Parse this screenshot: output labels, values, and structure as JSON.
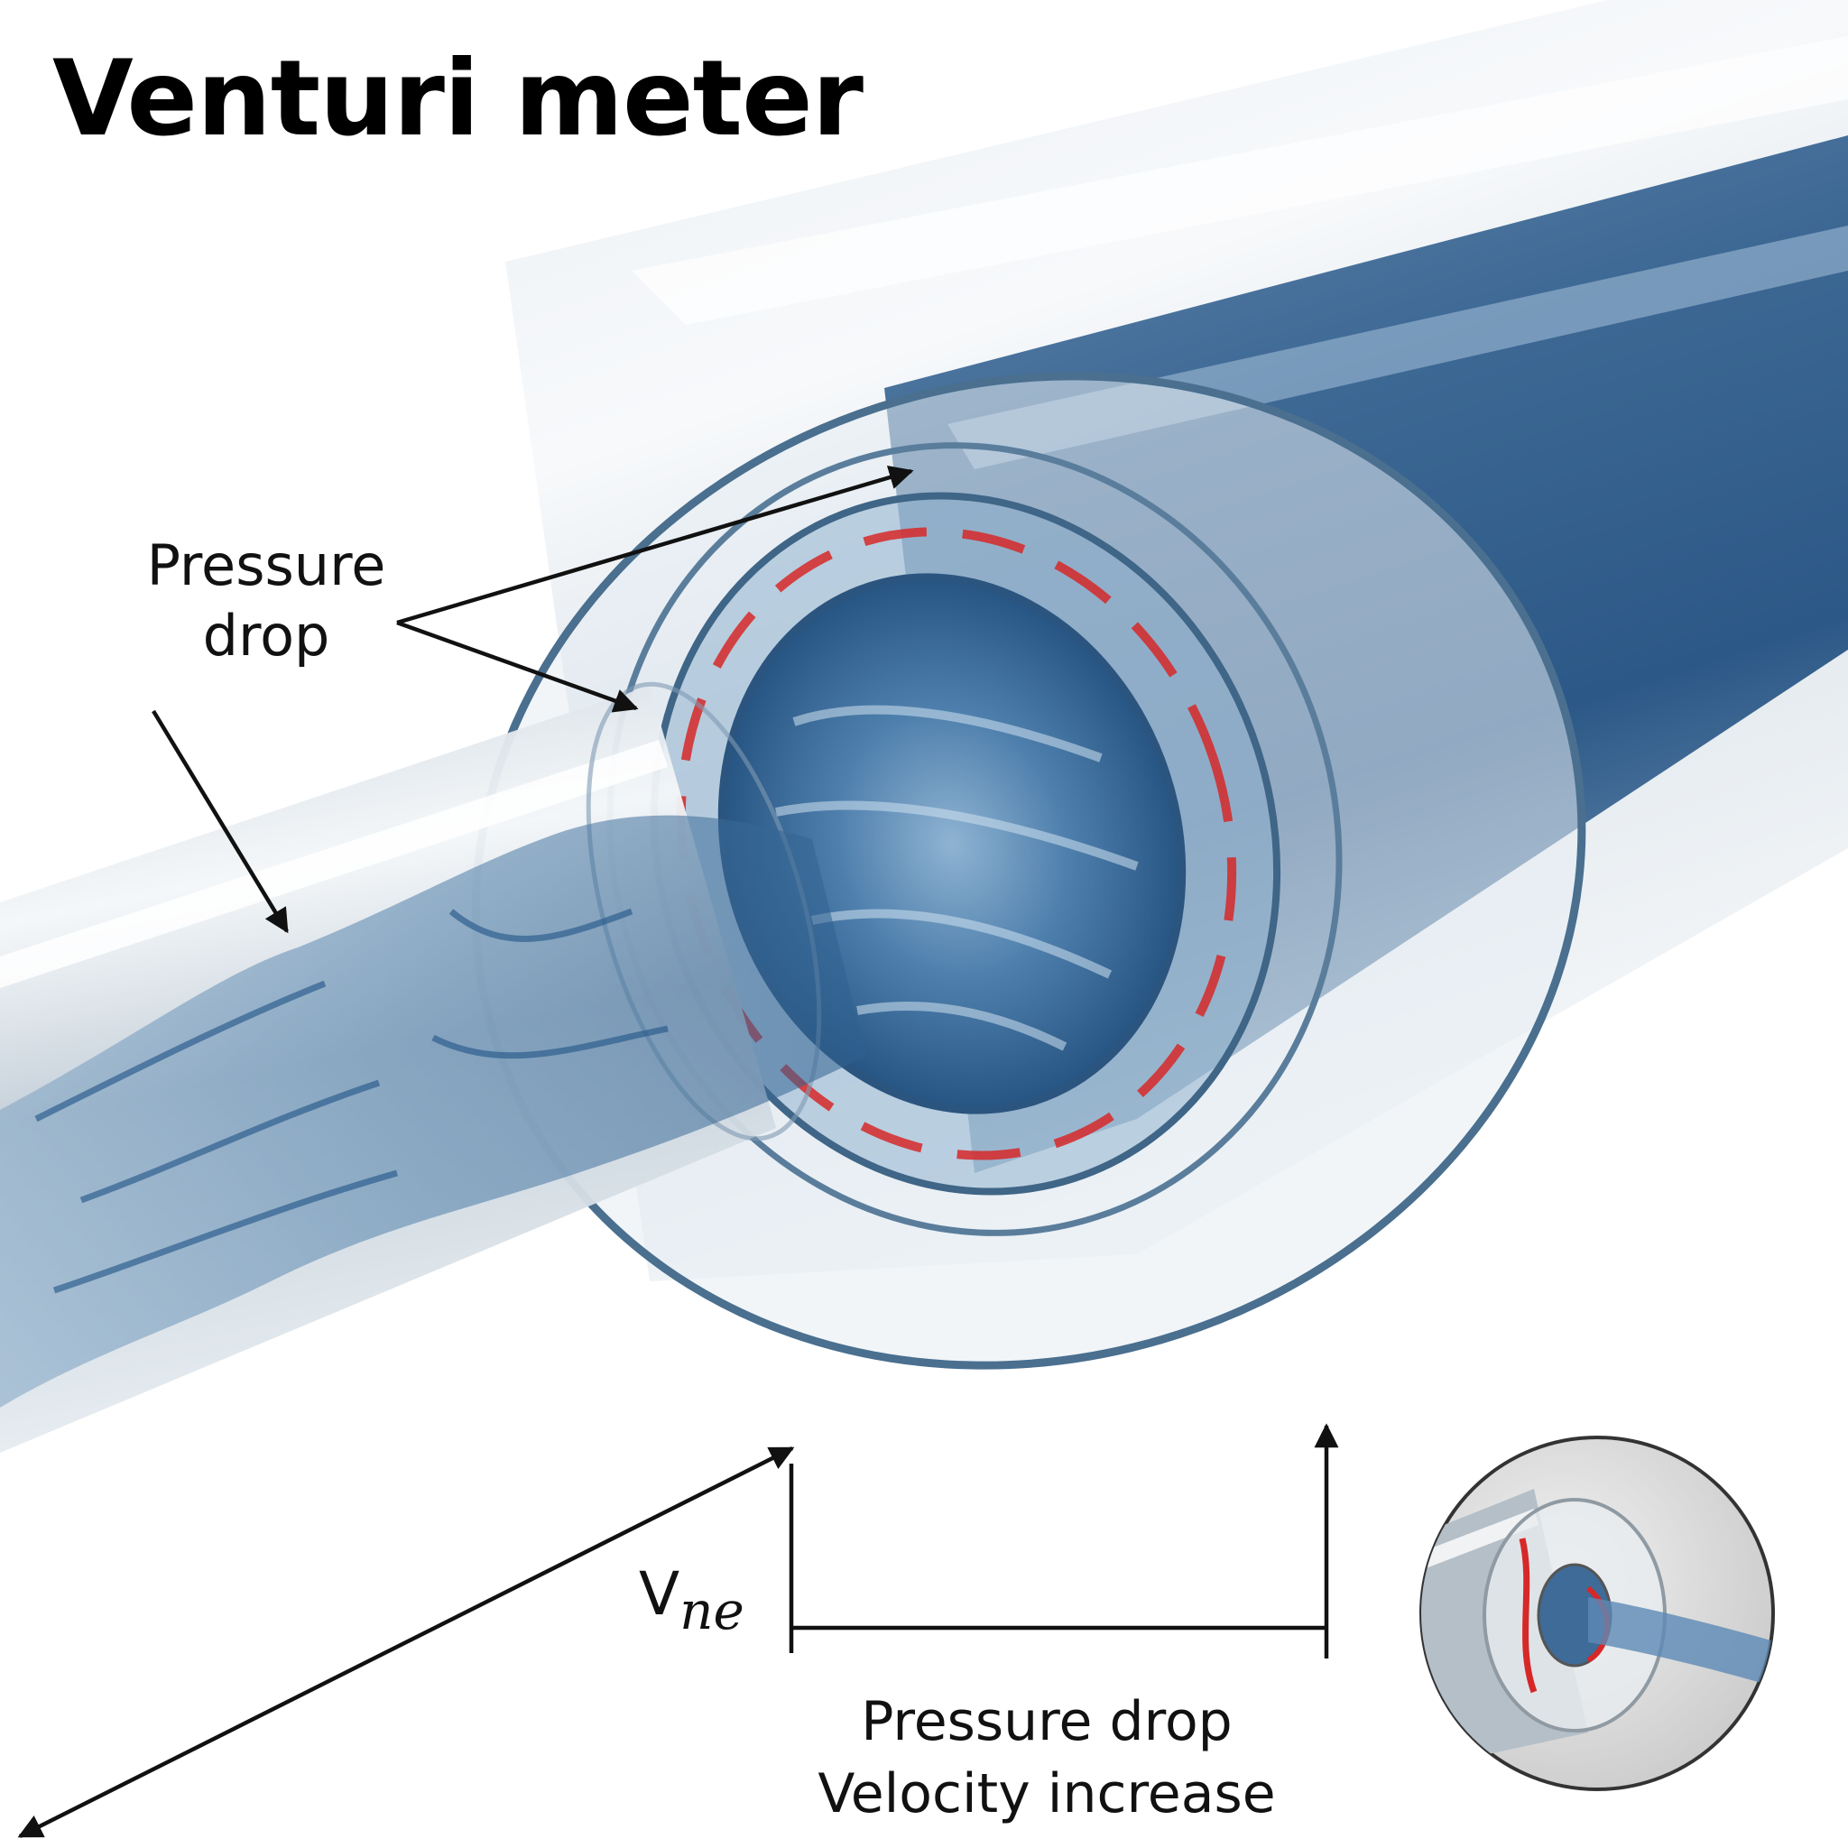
{
  "title": "Venturi meter",
  "labels": {
    "pressure_drop_top_line1": "Pressure",
    "pressure_drop_top_line2": "drop",
    "velocity_symbol": "V",
    "velocity_subscript": "ne",
    "bottom_line1": "Pressure drop",
    "bottom_line2": "Velocity increase"
  },
  "colors": {
    "water_blue": "#2f6494",
    "throat_red": "#d62828",
    "glass_edge": "#4a6f8f",
    "arrow": "#111111"
  }
}
